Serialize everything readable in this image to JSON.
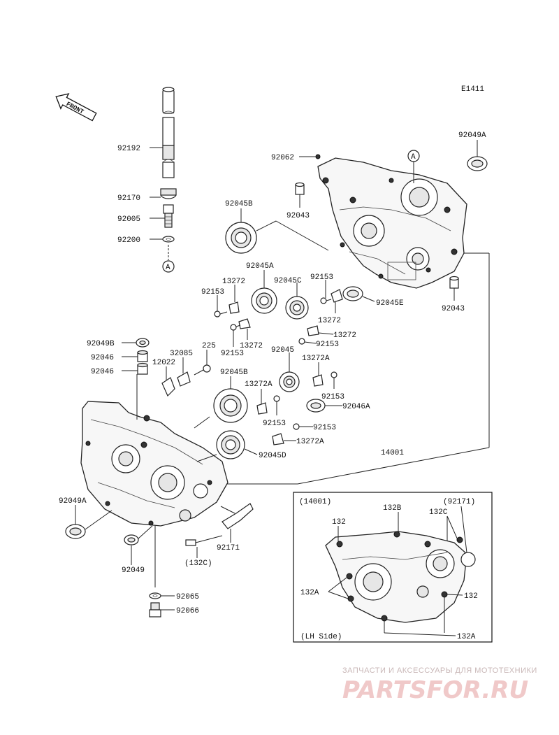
{
  "diagram_code": "E1411",
  "front_label": "FRONT",
  "ref_marker": "A",
  "part_labels": {
    "p92192": "92192",
    "p92170": "92170",
    "p92005": "92005",
    "p92200": "92200",
    "p92062": "92062",
    "p92043_top": "92043",
    "p92049A_top": "92049A",
    "p92045B_top": "92045B",
    "p92045A": "92045A",
    "p13272_a": "13272",
    "p92153_a": "92153",
    "p92045C": "92045C",
    "p92153_b": "92153",
    "p92045E": "92045E",
    "p13272_b": "13272",
    "p13272_c": "13272",
    "p92153_c": "92153",
    "p92153_d": "92153",
    "p13272_d": "13272",
    "p92043_right": "92043",
    "p92049B": "92049B",
    "p92046_a": "92046",
    "p92046_b": "92046",
    "p32085": "32085",
    "p225": "225",
    "p12022": "12022",
    "p92045B_mid": "92045B",
    "p92045": "92045",
    "p13272A_a": "13272A",
    "p13272A_b": "13272A",
    "p92153_e": "92153",
    "p92046A": "92046A",
    "p92153_f": "92153",
    "p92153_g": "92153",
    "p13272A_c": "13272A",
    "p92045D": "92045D",
    "p14001": "14001",
    "p92049A_low": "92049A",
    "p92171": "92171",
    "p132C": "(132C)",
    "p92049": "92049",
    "p92065": "92065",
    "p92066": "92066"
  },
  "inset": {
    "title": "(14001)",
    "ref_92171": "(92171)",
    "label_132B": "132B",
    "label_132C": "132C",
    "label_132_top": "132",
    "label_132A_left": "132A",
    "label_132_right": "132",
    "label_132A_bottom": "132A",
    "side_note": "(LH Side)"
  },
  "watermark": {
    "tagline": "ЗАПЧАСТИ И АКСЕССУАРЫ ДЛЯ МОТОТЕХНИКИ",
    "logo": "PARTSFOR.RU"
  }
}
